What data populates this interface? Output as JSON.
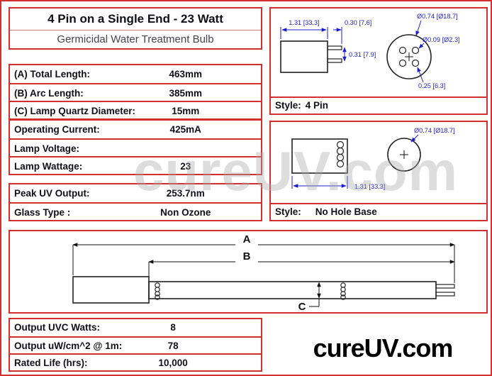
{
  "header": {
    "title": "4 Pin on a Single End - 23 Watt",
    "subtitle": "Germicidal Water Treatment Bulb"
  },
  "specs_main": [
    {
      "label": "(A) Total Length:",
      "value": "463mm"
    },
    {
      "label": "(B) Arc Length:",
      "value": "385mm"
    },
    {
      "label": "(C) Lamp Quartz Diameter:",
      "value": "15mm"
    }
  ],
  "specs_electrical": [
    {
      "label": "Operating Current:",
      "value": "425mA"
    },
    {
      "label": "Lamp Voltage:",
      "value": ""
    },
    {
      "label": "Lamp Wattage:",
      "value": "23"
    }
  ],
  "specs_output": [
    {
      "label": "Peak UV Output:",
      "value": "253.7nm"
    },
    {
      "label": "Glass Type :",
      "value": "Non Ozone"
    }
  ],
  "pin_view": {
    "dim_width": "1.31 [33.3]",
    "dim_pin_length": "0.30 [7.6]",
    "dim_pin_gap": "0.31 [7.9]",
    "dim_pin_circle": "0.25 [6.3]",
    "dim_diameter": "Ø0.74 [Ø18.7]",
    "dim_pin_diameter": "Ø0.09 [Ø2.3]",
    "style_label": "Style:",
    "style_value": "4 Pin"
  },
  "base_view": {
    "dim_diameter": "Ø0.74 [Ø18.7]",
    "dim_length": "1.31 [33.3]",
    "style_label": "Style:",
    "style_value": "No Hole Base"
  },
  "lamp_view": {
    "label_a": "A",
    "label_b": "B",
    "label_c": "C"
  },
  "output_table": [
    {
      "label": "Output UVC Watts:",
      "value": "8"
    },
    {
      "label": "Output uW/cm^2 @ 1m:",
      "value": "78"
    },
    {
      "label": "Rated Life (hrs):",
      "value": "10,000"
    }
  ],
  "branding": {
    "logo": "cureUV.com",
    "watermark": "cureUV.com"
  }
}
